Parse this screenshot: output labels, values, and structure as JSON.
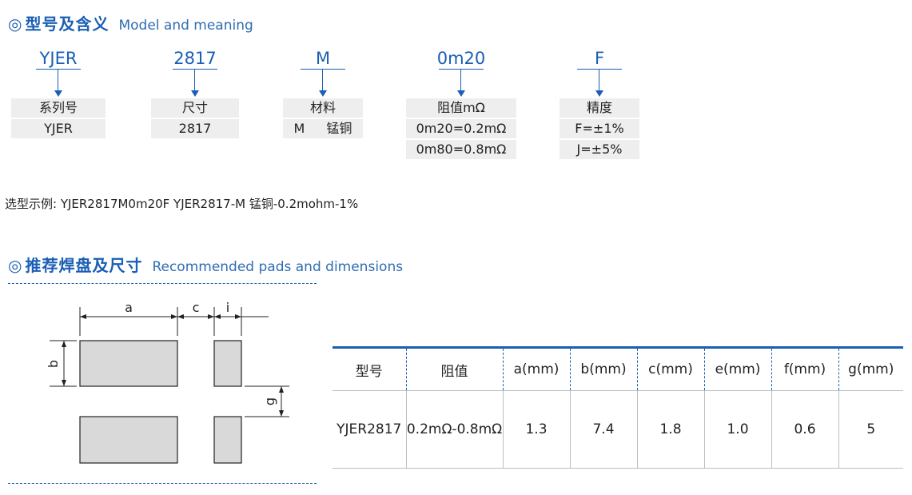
{
  "section1": {
    "symbol": "◎",
    "title_zh": "型号及含义",
    "title_en": "Model and meaning"
  },
  "model_parts": [
    {
      "code": "YJER",
      "label": "系列号",
      "rows": [
        {
          "a": "YJER"
        }
      ]
    },
    {
      "code": "2817",
      "label": "尺寸",
      "rows": [
        {
          "a": "2817"
        }
      ]
    },
    {
      "code": "M",
      "label": "材料",
      "rows": [
        {
          "a": "M",
          "b": "锰铜"
        }
      ]
    },
    {
      "code": "0m20",
      "label": "阻值mΩ",
      "rows": [
        {
          "a": "0m20=0.2mΩ"
        },
        {
          "a": "0m80=0.8mΩ"
        }
      ]
    },
    {
      "code": "F",
      "label": "精度",
      "rows": [
        {
          "a": "F=±1%"
        },
        {
          "a": "J=±5%"
        }
      ]
    }
  ],
  "example": "选型示例: YJER2817M0m20F  YJER2817-M 锰铜-0.2mohm-1%",
  "section2": {
    "symbol": "◎",
    "title_zh": "推荐焊盘及尺寸",
    "title_en": "Recommended pads and dimensions"
  },
  "diagram": {
    "labels": {
      "a": "a",
      "b": "b",
      "c": "c",
      "i": "i",
      "g": "g"
    }
  },
  "table": {
    "headers": [
      "型号",
      "阻值",
      "a(mm)",
      "b(mm)",
      "c(mm)",
      "e(mm)",
      "f(mm)",
      "g(mm)"
    ],
    "rows": [
      [
        "YJER2817",
        "0.2mΩ-0.8mΩ",
        "1.3",
        "7.4",
        "1.8",
        "1.0",
        "0.6",
        "5"
      ]
    ]
  }
}
